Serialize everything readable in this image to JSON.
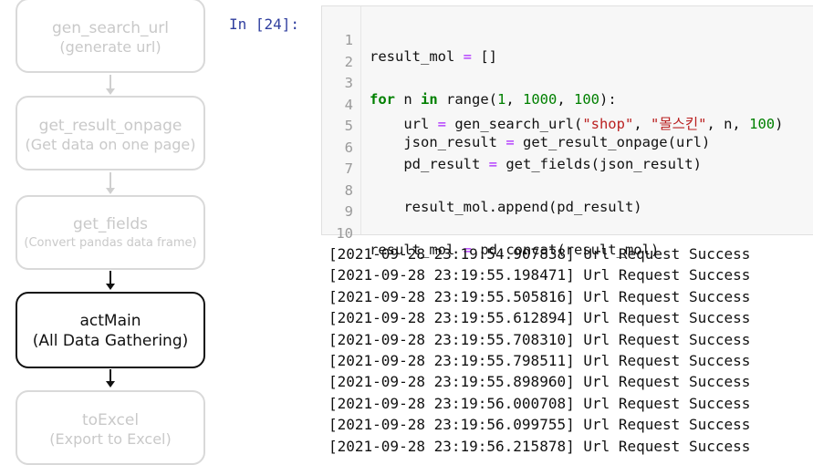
{
  "flowchart": [
    {
      "title": "gen_search_url",
      "subtitle": "(generate url)"
    },
    {
      "title": "get_result_onpage",
      "subtitle": "(Get data on one page)"
    },
    {
      "title": "get_fields",
      "subtitle": "(Convert pandas data frame)"
    },
    {
      "title": "actMain",
      "subtitle": "(All Data Gathering)"
    },
    {
      "title": "toExcel",
      "subtitle": "(Export to Excel)"
    }
  ],
  "cell": {
    "prompt": "In [24]:",
    "line_numbers": [
      "1",
      "2",
      "3",
      "4",
      "5",
      "6",
      "7",
      "8",
      "9",
      "10"
    ],
    "tokens": {
      "l1_a": "result_mol ",
      "eq": "=",
      "l1_b": " []",
      "l3_for": "for",
      "l3_n": " n ",
      "l3_in": "in",
      "l3_range": " range(",
      "l3_1": "1",
      "l3_c1": ", ",
      "l3_1000": "1000",
      "l3_c2": ", ",
      "l3_100": "100",
      "l3_end": "):",
      "l4_a": "    url ",
      "l4_b": " gen_search_url(",
      "l4_s1": "\"shop\"",
      "l4_c": ", ",
      "l4_s2": "\"몰스킨\"",
      "l4_d": ", n, ",
      "l4_100": "100",
      "l4_end": ")",
      "l5_a": "    json_result ",
      "l5_b": " get_result_onpage(url)",
      "l6_a": "    pd_result ",
      "l6_b": " get_fields(json_result)",
      "l8": "    result_mol.append(pd_result)",
      "l10_a": "result_mol ",
      "l10_b": " pd.concat(result_mol)"
    }
  },
  "output": [
    "[2021-09-28 23:19:54.907838] Url Request Success",
    "[2021-09-28 23:19:55.198471] Url Request Success",
    "[2021-09-28 23:19:55.505816] Url Request Success",
    "[2021-09-28 23:19:55.612894] Url Request Success",
    "[2021-09-28 23:19:55.708310] Url Request Success",
    "[2021-09-28 23:19:55.798511] Url Request Success",
    "[2021-09-28 23:19:55.898960] Url Request Success",
    "[2021-09-28 23:19:56.000708] Url Request Success",
    "[2021-09-28 23:19:56.099755] Url Request Success",
    "[2021-09-28 23:19:56.215878] Url Request Success"
  ]
}
